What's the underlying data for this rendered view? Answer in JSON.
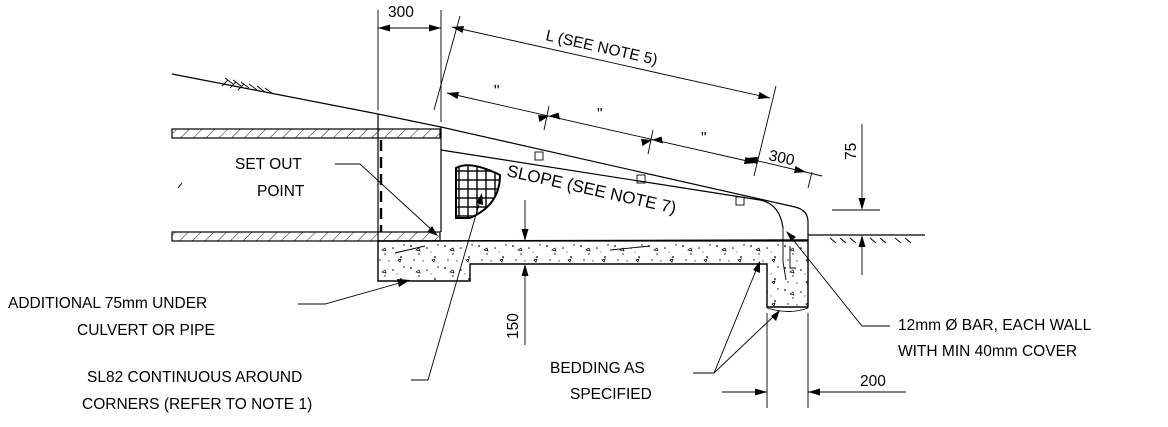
{
  "dimensions": {
    "top_offset": "300",
    "length": "L (SEE NOTE 5)",
    "segment_1": "\"",
    "segment_2": "\"",
    "segment_3": "\"",
    "end_offset": "300",
    "edge_drop": "75",
    "bedding_depth": "150",
    "wall_width": "200"
  },
  "labels": {
    "slope": "SLOPE  (SEE NOTE 7)",
    "set_out_point": [
      "SET OUT",
      "POINT"
    ],
    "additional_concrete": [
      "ADDITIONAL 75mm UNDER",
      "CULVERT OR PIPE"
    ],
    "mesh": [
      "SL82 CONTINUOUS AROUND",
      "CORNERS (REFER TO NOTE 1)"
    ],
    "bedding": [
      "BEDDING AS",
      "SPECIFIED"
    ],
    "bar": [
      "12mm Ø BAR, EACH WALL",
      "WITH MIN 40mm COVER"
    ]
  },
  "colors": {
    "ink": "#000000",
    "background": "#ffffff"
  }
}
